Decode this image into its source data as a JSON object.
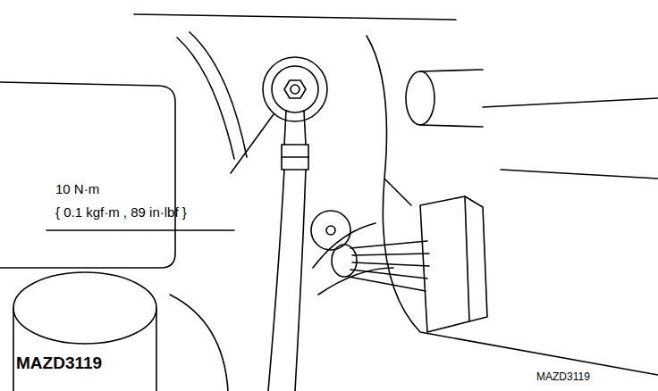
{
  "diagram": {
    "labels": [
      "10 N·m",
      "{ 0.1 kgf·m , 89 in·lbf }",
      "MAZD3119",
      "MAZD3119"
    ]
  }
}
